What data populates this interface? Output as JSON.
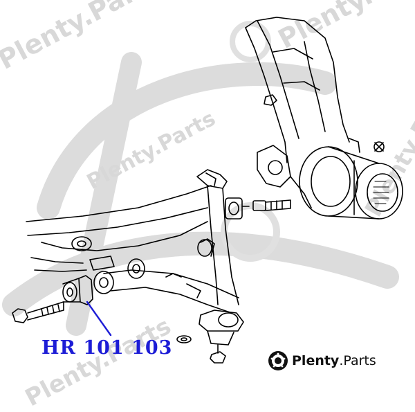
{
  "callout": {
    "part_number": "HR 101 103"
  },
  "brand": {
    "name": "Plenty",
    "tld": ".Parts",
    "logo_icon": "brake-disc-icon"
  },
  "watermark": {
    "text": "Plenty.Parts",
    "color": "#d8d8d8"
  },
  "colors": {
    "line_art": "#000000",
    "callout": "#1d1dd6",
    "watermark": "#d8d8d8"
  }
}
